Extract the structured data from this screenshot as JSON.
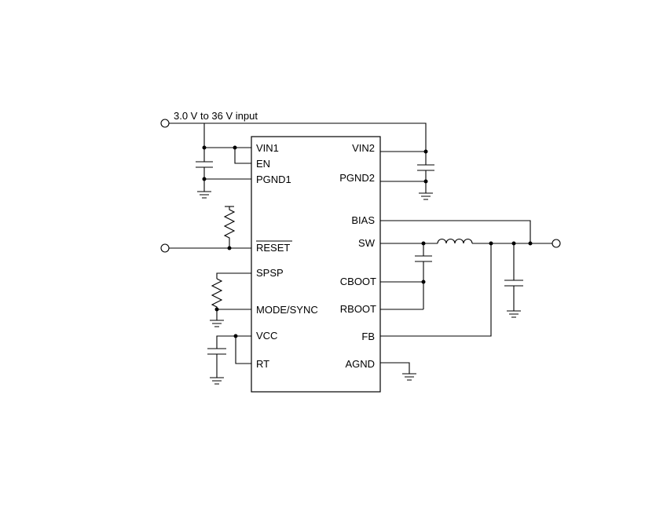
{
  "diagram": {
    "input_label": "3.0 V to 36 V input",
    "chip": {
      "left_pins": [
        "VIN1",
        "EN",
        "PGND1",
        "RESET",
        "SPSP",
        "MODE/SYNC",
        "VCC",
        "RT"
      ],
      "right_pins": [
        "VIN2",
        "PGND2",
        "BIAS",
        "SW",
        "CBOOT",
        "RBOOT",
        "FB",
        "AGND"
      ]
    }
  }
}
